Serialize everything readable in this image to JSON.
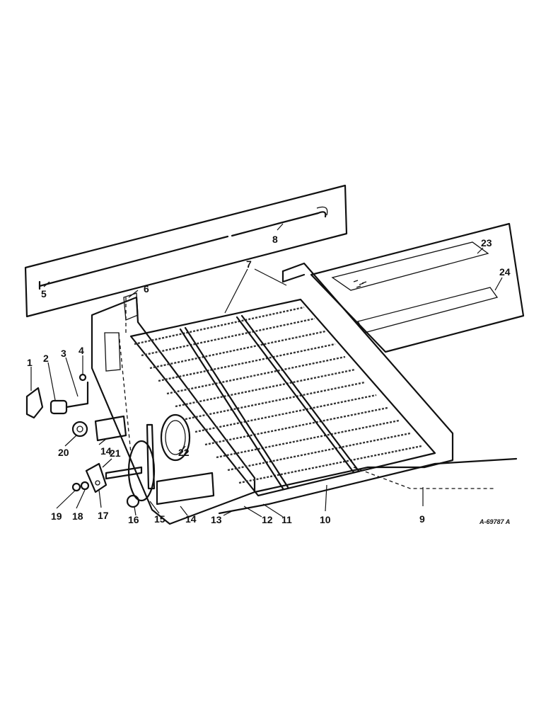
{
  "callouts": [
    "1",
    "2",
    "3",
    "4",
    "5",
    "6",
    "7",
    "8",
    "9",
    "10",
    "11",
    "12",
    "13",
    "14",
    "14",
    "15",
    "16",
    "17",
    "18",
    "19",
    "20",
    "21",
    "22",
    "23",
    "24"
  ],
  "drawing_ref": "A-69787 A"
}
